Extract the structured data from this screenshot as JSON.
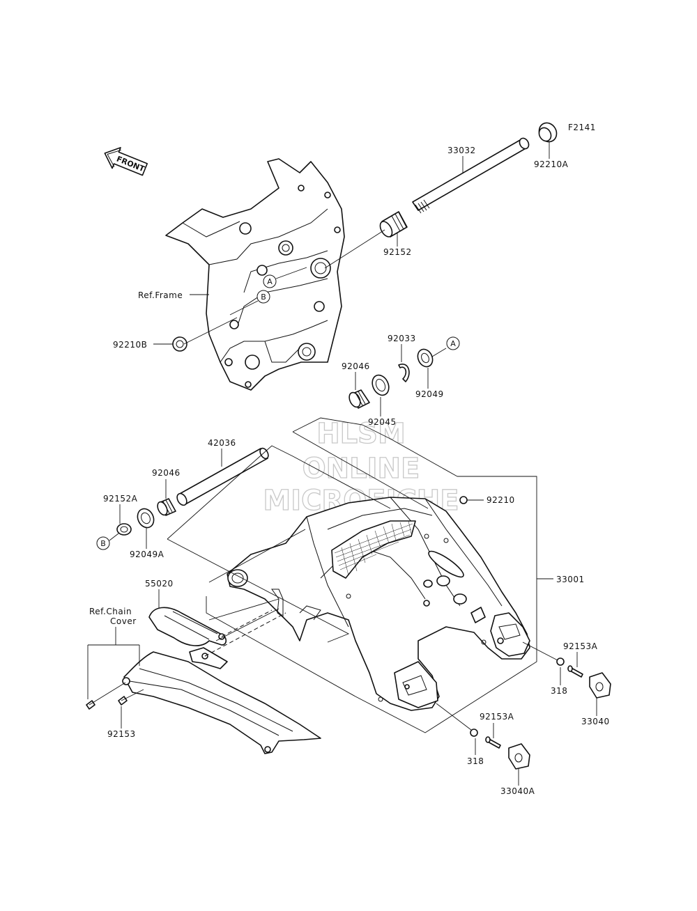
{
  "diagram": {
    "code": "F2141",
    "front_label": "FRONT",
    "watermark": [
      "HLSM",
      "ONLINE",
      "MICROFICHE"
    ],
    "labels": {
      "p33032": "33032",
      "p92210A": "92210A",
      "p92152": "92152",
      "ref_frame": "Ref.Frame",
      "p92210B": "92210B",
      "p92033": "92033",
      "p92046_a": "92046",
      "p92049": "92049",
      "p92045": "92045",
      "p42036": "42036",
      "p92046_b": "92046",
      "p92152A": "92152A",
      "p92049A": "92049A",
      "p92210": "92210",
      "p33001": "33001",
      "p55020": "55020",
      "ref_chain_1": "Ref.Chain",
      "ref_chain_2": "Cover",
      "p92153": "92153",
      "p92153A_r": "92153A",
      "p318_r": "318",
      "p33040": "33040",
      "p92153A_b": "92153A",
      "p318_b": "318",
      "p33040A": "33040A"
    },
    "callouts": {
      "A": "A",
      "B": "B"
    }
  }
}
